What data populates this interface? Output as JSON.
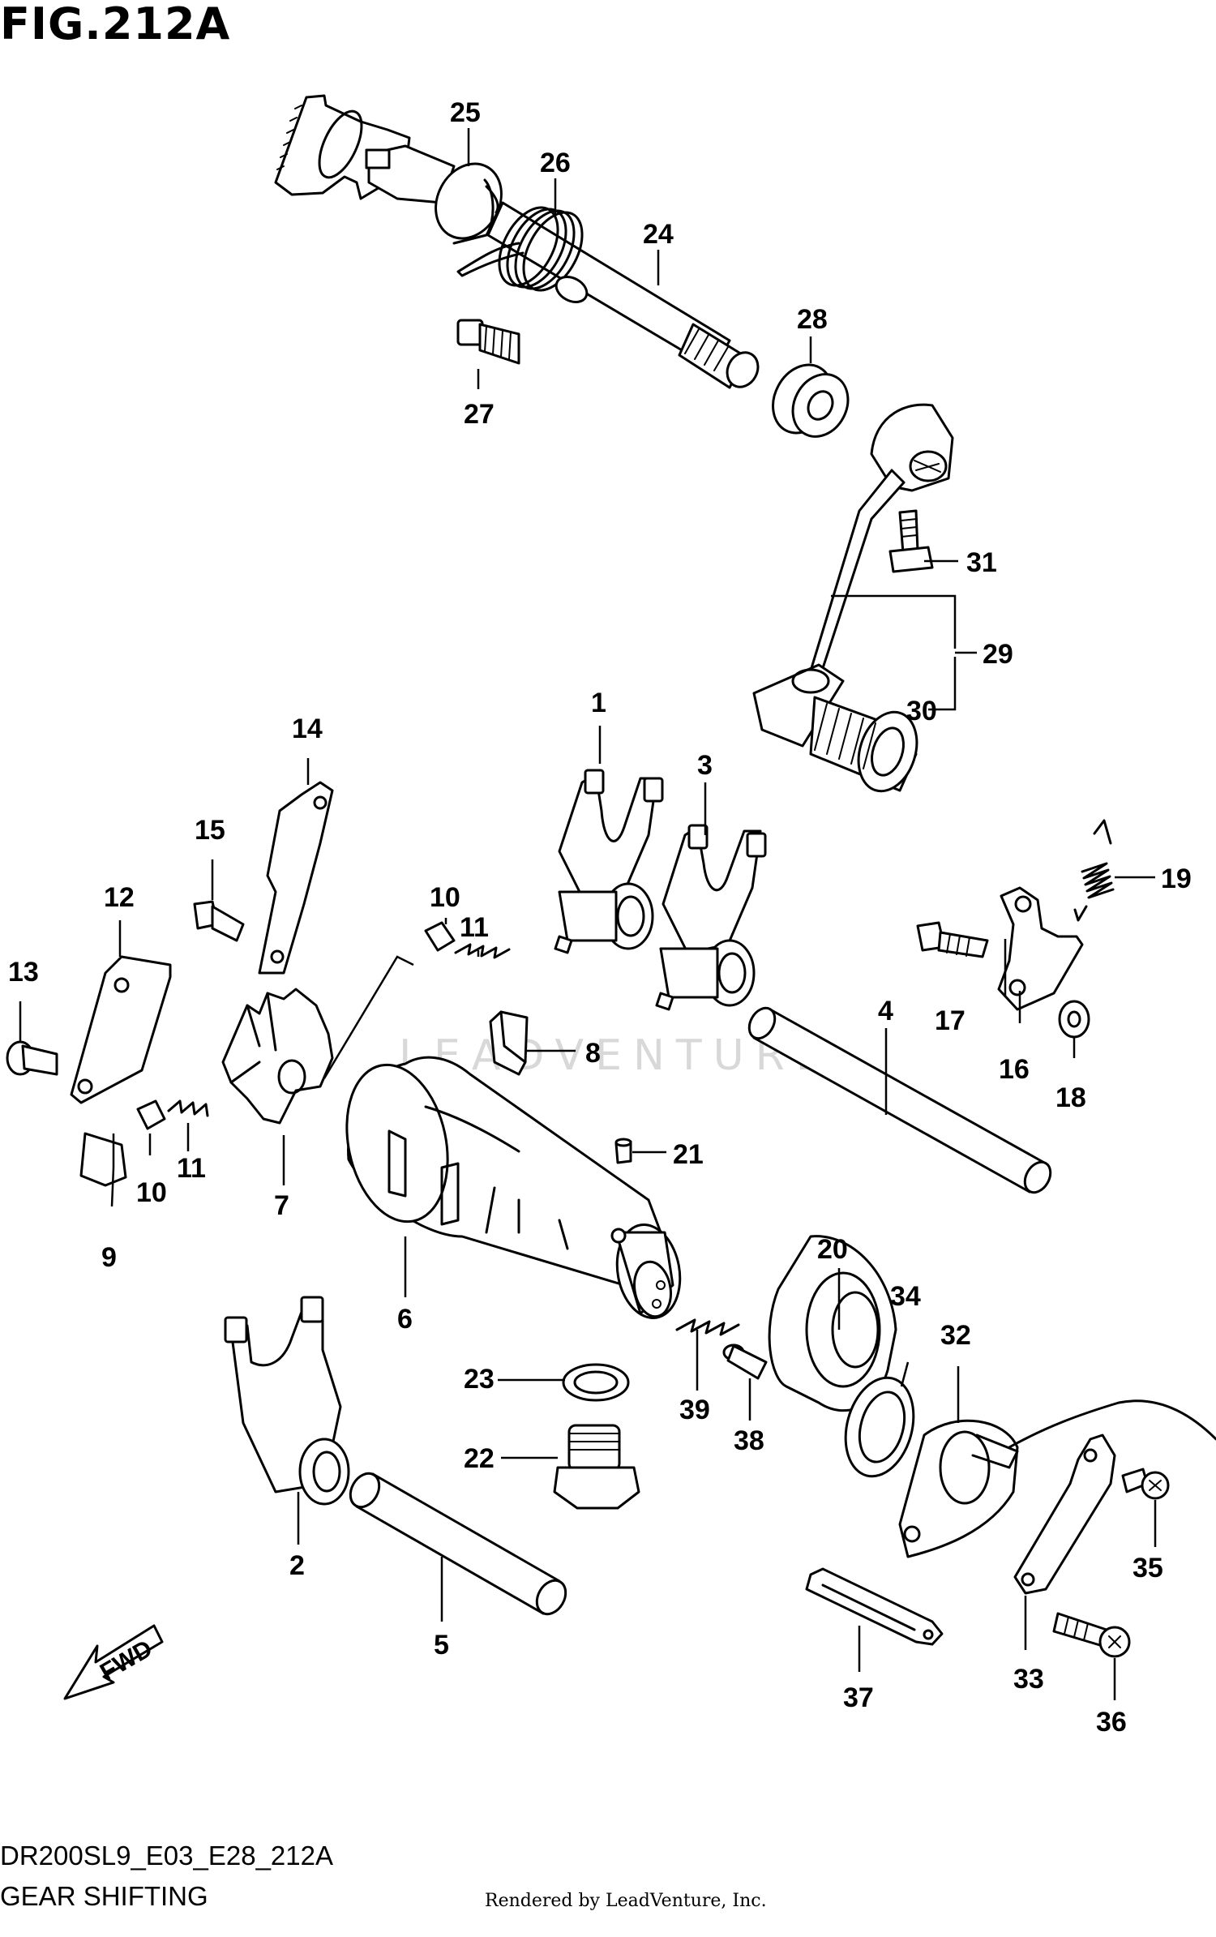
{
  "figure": {
    "title": "FIG.212A",
    "code": "DR200SL9_E03_E28_212A",
    "name": "GEAR SHIFTING",
    "credit": "Rendered by LeadVenture, Inc.",
    "watermark": "LEADVENTURE",
    "direction_label": "FWD"
  },
  "callouts": {
    "c1": "1",
    "c2": "2",
    "c3": "3",
    "c4": "4",
    "c5": "5",
    "c6": "6",
    "c7": "7",
    "c8": "8",
    "c9": "9",
    "c10a": "10",
    "c10b": "10",
    "c11a": "11",
    "c11b": "11",
    "c12": "12",
    "c13": "13",
    "c14": "14",
    "c15": "15",
    "c16": "16",
    "c17": "17",
    "c18": "18",
    "c19": "19",
    "c20": "20",
    "c21": "21",
    "c22": "22",
    "c23": "23",
    "c24": "24",
    "c25": "25",
    "c26": "26",
    "c27": "27",
    "c28": "28",
    "c29": "29",
    "c30": "30",
    "c31": "31",
    "c32": "32",
    "c33": "33",
    "c34": "34",
    "c35": "35",
    "c36": "36",
    "c37": "37",
    "c38": "38",
    "c39": "39"
  }
}
